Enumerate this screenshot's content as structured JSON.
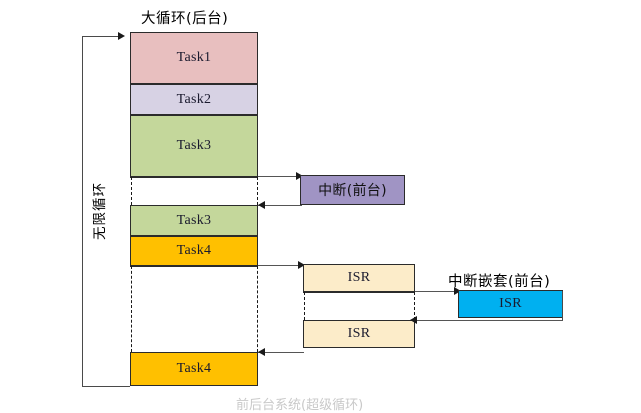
{
  "diagram": {
    "title_main": "大循环(后台)",
    "label_loop": "无限循环",
    "label_interrupt": "中断(前台)",
    "label_nested": "中断嵌套(前台)",
    "caption": "前后台系统(超级循环)",
    "colors": {
      "task1": "#e8bfbf",
      "task2": "#d7d2e4",
      "task3": "#c4d79b",
      "task4": "#ffc000",
      "interrupt": "#a094c4",
      "isr": "#fcecc9",
      "isr_nested": "#00b0f0",
      "stroke": "#2b2b2b",
      "line": "#4a4a4a"
    },
    "background_stack": [
      {
        "name": "task1",
        "label": "Task1",
        "color_key": "task1"
      },
      {
        "name": "task2",
        "label": "Task2",
        "color_key": "task2"
      },
      {
        "name": "task3a",
        "label": "Task3",
        "color_key": "task3"
      },
      {
        "name": "task3b",
        "label": "Task3",
        "color_key": "task3"
      },
      {
        "name": "task4a",
        "label": "Task4",
        "color_key": "task4"
      },
      {
        "name": "task4b",
        "label": "Task4",
        "color_key": "task4"
      }
    ],
    "foreground_boxes": [
      {
        "name": "interrupt-box",
        "label": "中断(前台)",
        "color_key": "interrupt"
      },
      {
        "name": "isr-box-upper",
        "label": "ISR",
        "color_key": "isr"
      },
      {
        "name": "isr-box-lower",
        "label": "ISR",
        "color_key": "isr"
      },
      {
        "name": "isr-box-nested",
        "label": "ISR",
        "color_key": "isr_nested"
      }
    ]
  }
}
